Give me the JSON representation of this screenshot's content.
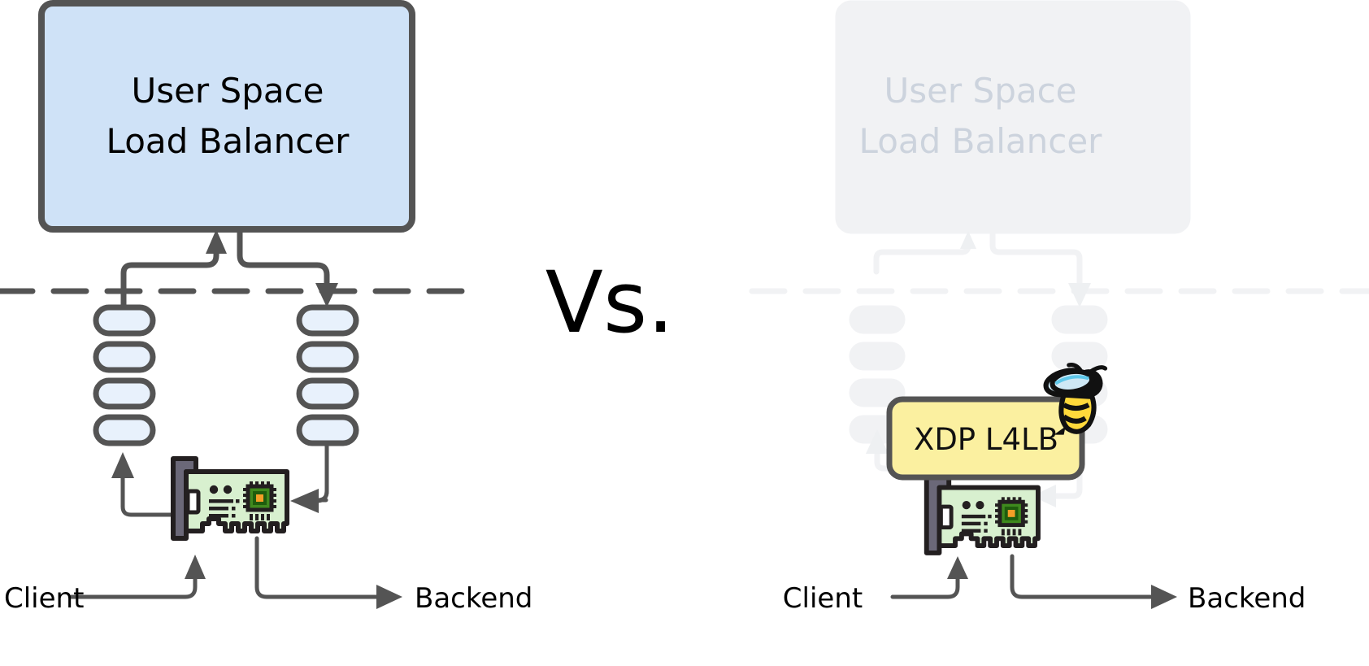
{
  "diagram": {
    "title_comparison_label": "Vs.",
    "colors": {
      "stroke_dark": "#545454",
      "userspace_fill": "#cfe2f7",
      "queue_fill": "#e8f1fc",
      "nic_board": "#d8f0cf",
      "nic_outline": "#231f20",
      "nic_bracket": "#6b6878",
      "chip_green": "#3f8a1e",
      "chip_core": "#1f5c0d",
      "chip_center": "#f59f27",
      "xdp_fill": "#fbf0a0",
      "bee_yellow": "#ffd93b",
      "bee_wing": "#cfe8f5",
      "bee_black": "#111111",
      "ghost_box_fill": "#f1f2f4",
      "ghost_text": "#ccd3dd",
      "ghost_line": "#f1f2f4",
      "text_black": "#000000"
    },
    "panels": [
      {
        "id": "left-panel",
        "state": "active",
        "userspace_box": {
          "line1": "User Space",
          "line2": "Load Balancer"
        },
        "nic_label": "NIC",
        "queues_left_count": 4,
        "queues_right_count": 4,
        "client_label": "Client",
        "backend_label": "Backend"
      },
      {
        "id": "right-panel",
        "state": "ghosted",
        "userspace_box": {
          "line1": "User Space",
          "line2": "Load Balancer"
        },
        "xdp_box_label": "XDP L4LB",
        "bee_icon": "bee-icon",
        "nic_label": "NIC",
        "queues_left_count": 4,
        "queues_right_count": 4,
        "client_label": "Client",
        "backend_label": "Backend"
      }
    ]
  }
}
